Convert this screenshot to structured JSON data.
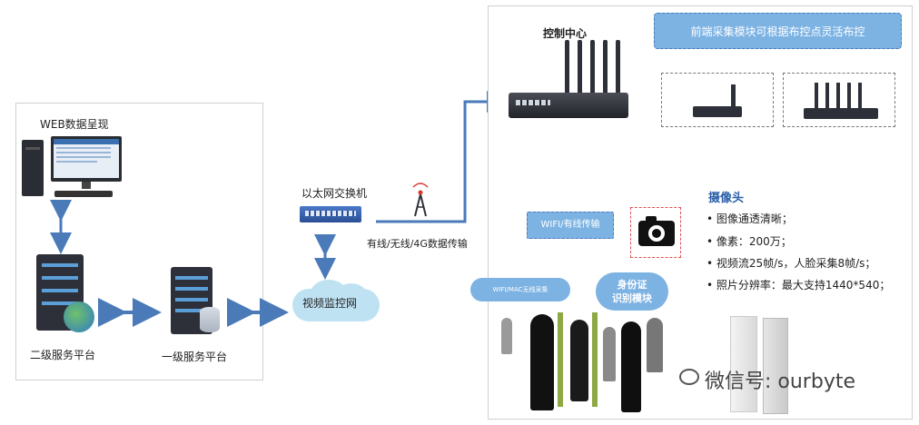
{
  "left_panel": {
    "title": "WEB数据呈现",
    "secondary_platform": "二级服务平台",
    "primary_platform": "一级服务平台"
  },
  "network": {
    "switch_label": "以太网交换机",
    "transfer_label": "有线/无线/4G数据传输",
    "monitor_net_label": "视频监控网"
  },
  "right_panel": {
    "control_center": "控制中心",
    "frontend_banner": "前端采集模块可根据布控点灵活布控",
    "wifi_label": "WIFI/有线传输",
    "wifimac_bubble": "WIFI/MAC无线采集",
    "idcard_bubble_line1": "身份证",
    "idcard_bubble_line2": "识别模块",
    "camera_title": "摄像头",
    "camera_specs": [
      "• 图像通透清晰；",
      "• 像素：200万；",
      "• 视频流25帧/s，人脸采集8帧/s；",
      "• 照片分辨率：最大支持1440*540；"
    ],
    "watermark": "微信号: ourbyte"
  },
  "colors": {
    "arrow_blue": "#4a7ab8",
    "bubble_blue": "#7db3e3",
    "device_dark": "#2d3038",
    "frame_border": "#cfcfcf"
  }
}
